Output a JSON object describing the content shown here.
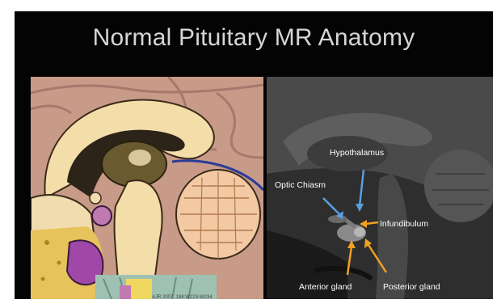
{
  "slide": {
    "title": "Normal Pituitary MR Anatomy"
  },
  "mri_labels": {
    "hypothalamus": "Hypothalamus",
    "optic_chiasm": "Optic Chiasm",
    "infundibulum": "Infundibulum",
    "anterior_gland": "Anterior gland",
    "posterior_gland": "Posterior gland"
  },
  "footer": {
    "text": "AJR 2007; 188:W223-W234"
  },
  "colors": {
    "slide_background": "#040404",
    "title_text": "#d6d6d6",
    "arrow_blue": "#5b9fe0",
    "arrow_orange": "#f0a020",
    "label_text": "#ffffff"
  },
  "images": {
    "left": "sagittal-brain-illustration",
    "right": "sagittal-mri-pituitary"
  }
}
